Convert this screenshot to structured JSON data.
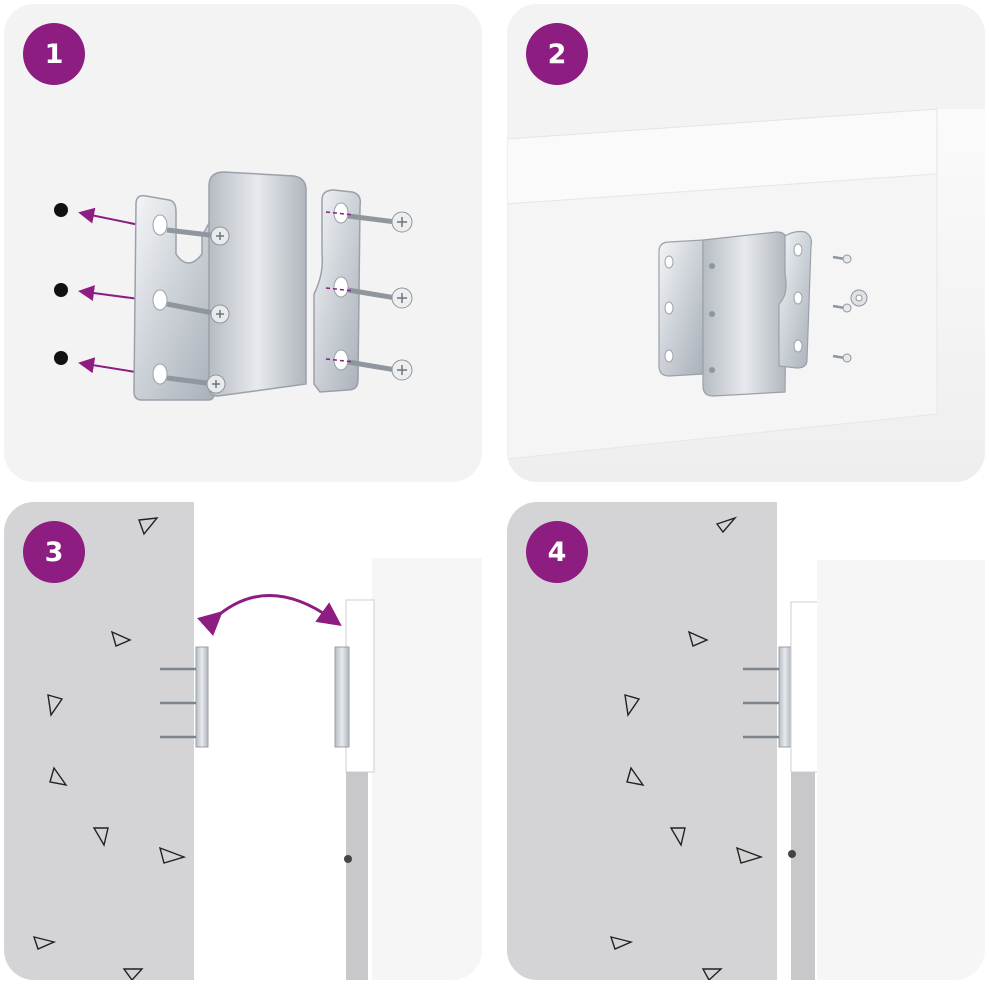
{
  "steps": [
    {
      "number": "1"
    },
    {
      "number": "2"
    },
    {
      "number": "3"
    },
    {
      "number": "4"
    }
  ],
  "colors": {
    "badge": "#8d1d80",
    "arrow": "#8d1d80",
    "panel_background": "#f3f3f4",
    "wall": "#d4d4d6",
    "metal": "#c9ced4"
  },
  "icons": [
    "drill-point-icon",
    "screw-icon",
    "bracket-icon",
    "nut-icon",
    "double-arrow-icon",
    "triangle-pattern-icon"
  ]
}
